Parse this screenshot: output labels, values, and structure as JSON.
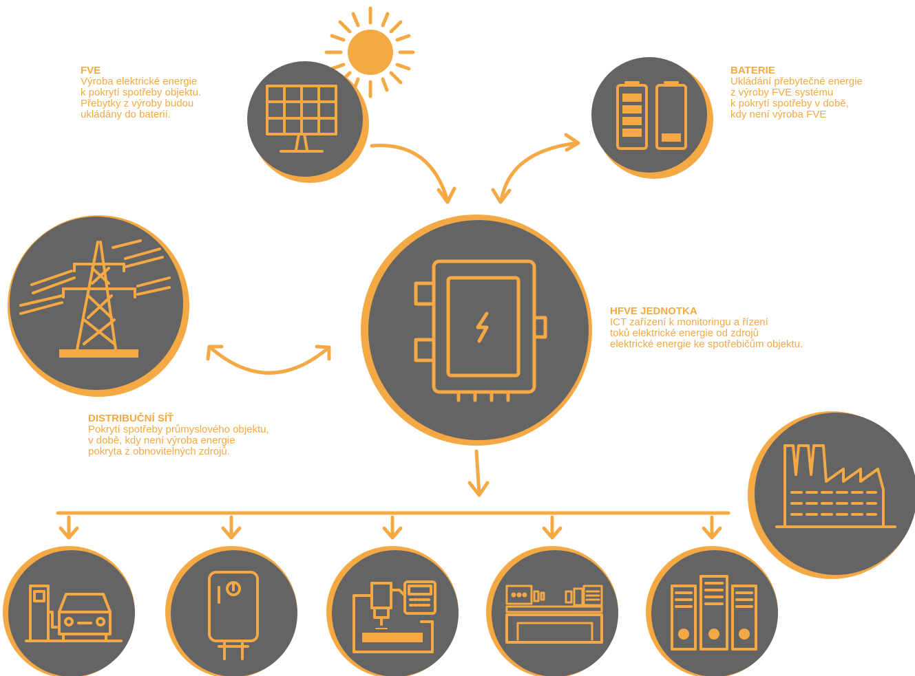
{
  "colors": {
    "accent": "#f5a944",
    "circle_fill": "#646464",
    "background": "#ffffff"
  },
  "nodes": {
    "fve": {
      "icon": "solar-panel-icon",
      "title": "FVE",
      "lines": [
        "Výroba elektrické energie",
        "k pokrytí spotřeby objektu.",
        "Přebytky z výroby budou",
        "ukládány do baterií."
      ]
    },
    "battery": {
      "icon": "battery-icon",
      "title": "BATERIE",
      "lines": [
        "Ukládání přebytečné energie",
        "z výroby FVE systému",
        "k pokrytí spotřeby v době,",
        "kdy není výroba FVE"
      ]
    },
    "hfve": {
      "icon": "electrical-cabinet-icon",
      "title": "HFVE JEDNOTKA",
      "lines": [
        "ICT zařízení k monitoringu a řízení",
        "toků elektrické energie od zdrojů",
        "elektrické energie ke spotřebičům objektu."
      ]
    },
    "grid": {
      "icon": "power-pylon-icon",
      "title": "DISTRIBUČNÍ SÍŤ",
      "lines": [
        "Pokrytí spotřeby průmyslového objektu,",
        "v době, kdy není výroba energie",
        "pokryta z obnovitelných zdrojů."
      ]
    },
    "factory": {
      "icon": "factory-icon"
    },
    "sun": {
      "icon": "sun-icon"
    }
  },
  "consumers": [
    {
      "icon": "ev-charger-car-icon"
    },
    {
      "icon": "water-heater-icon"
    },
    {
      "icon": "cnc-machine-icon"
    },
    {
      "icon": "lathe-icon"
    },
    {
      "icon": "server-rack-icon"
    }
  ]
}
